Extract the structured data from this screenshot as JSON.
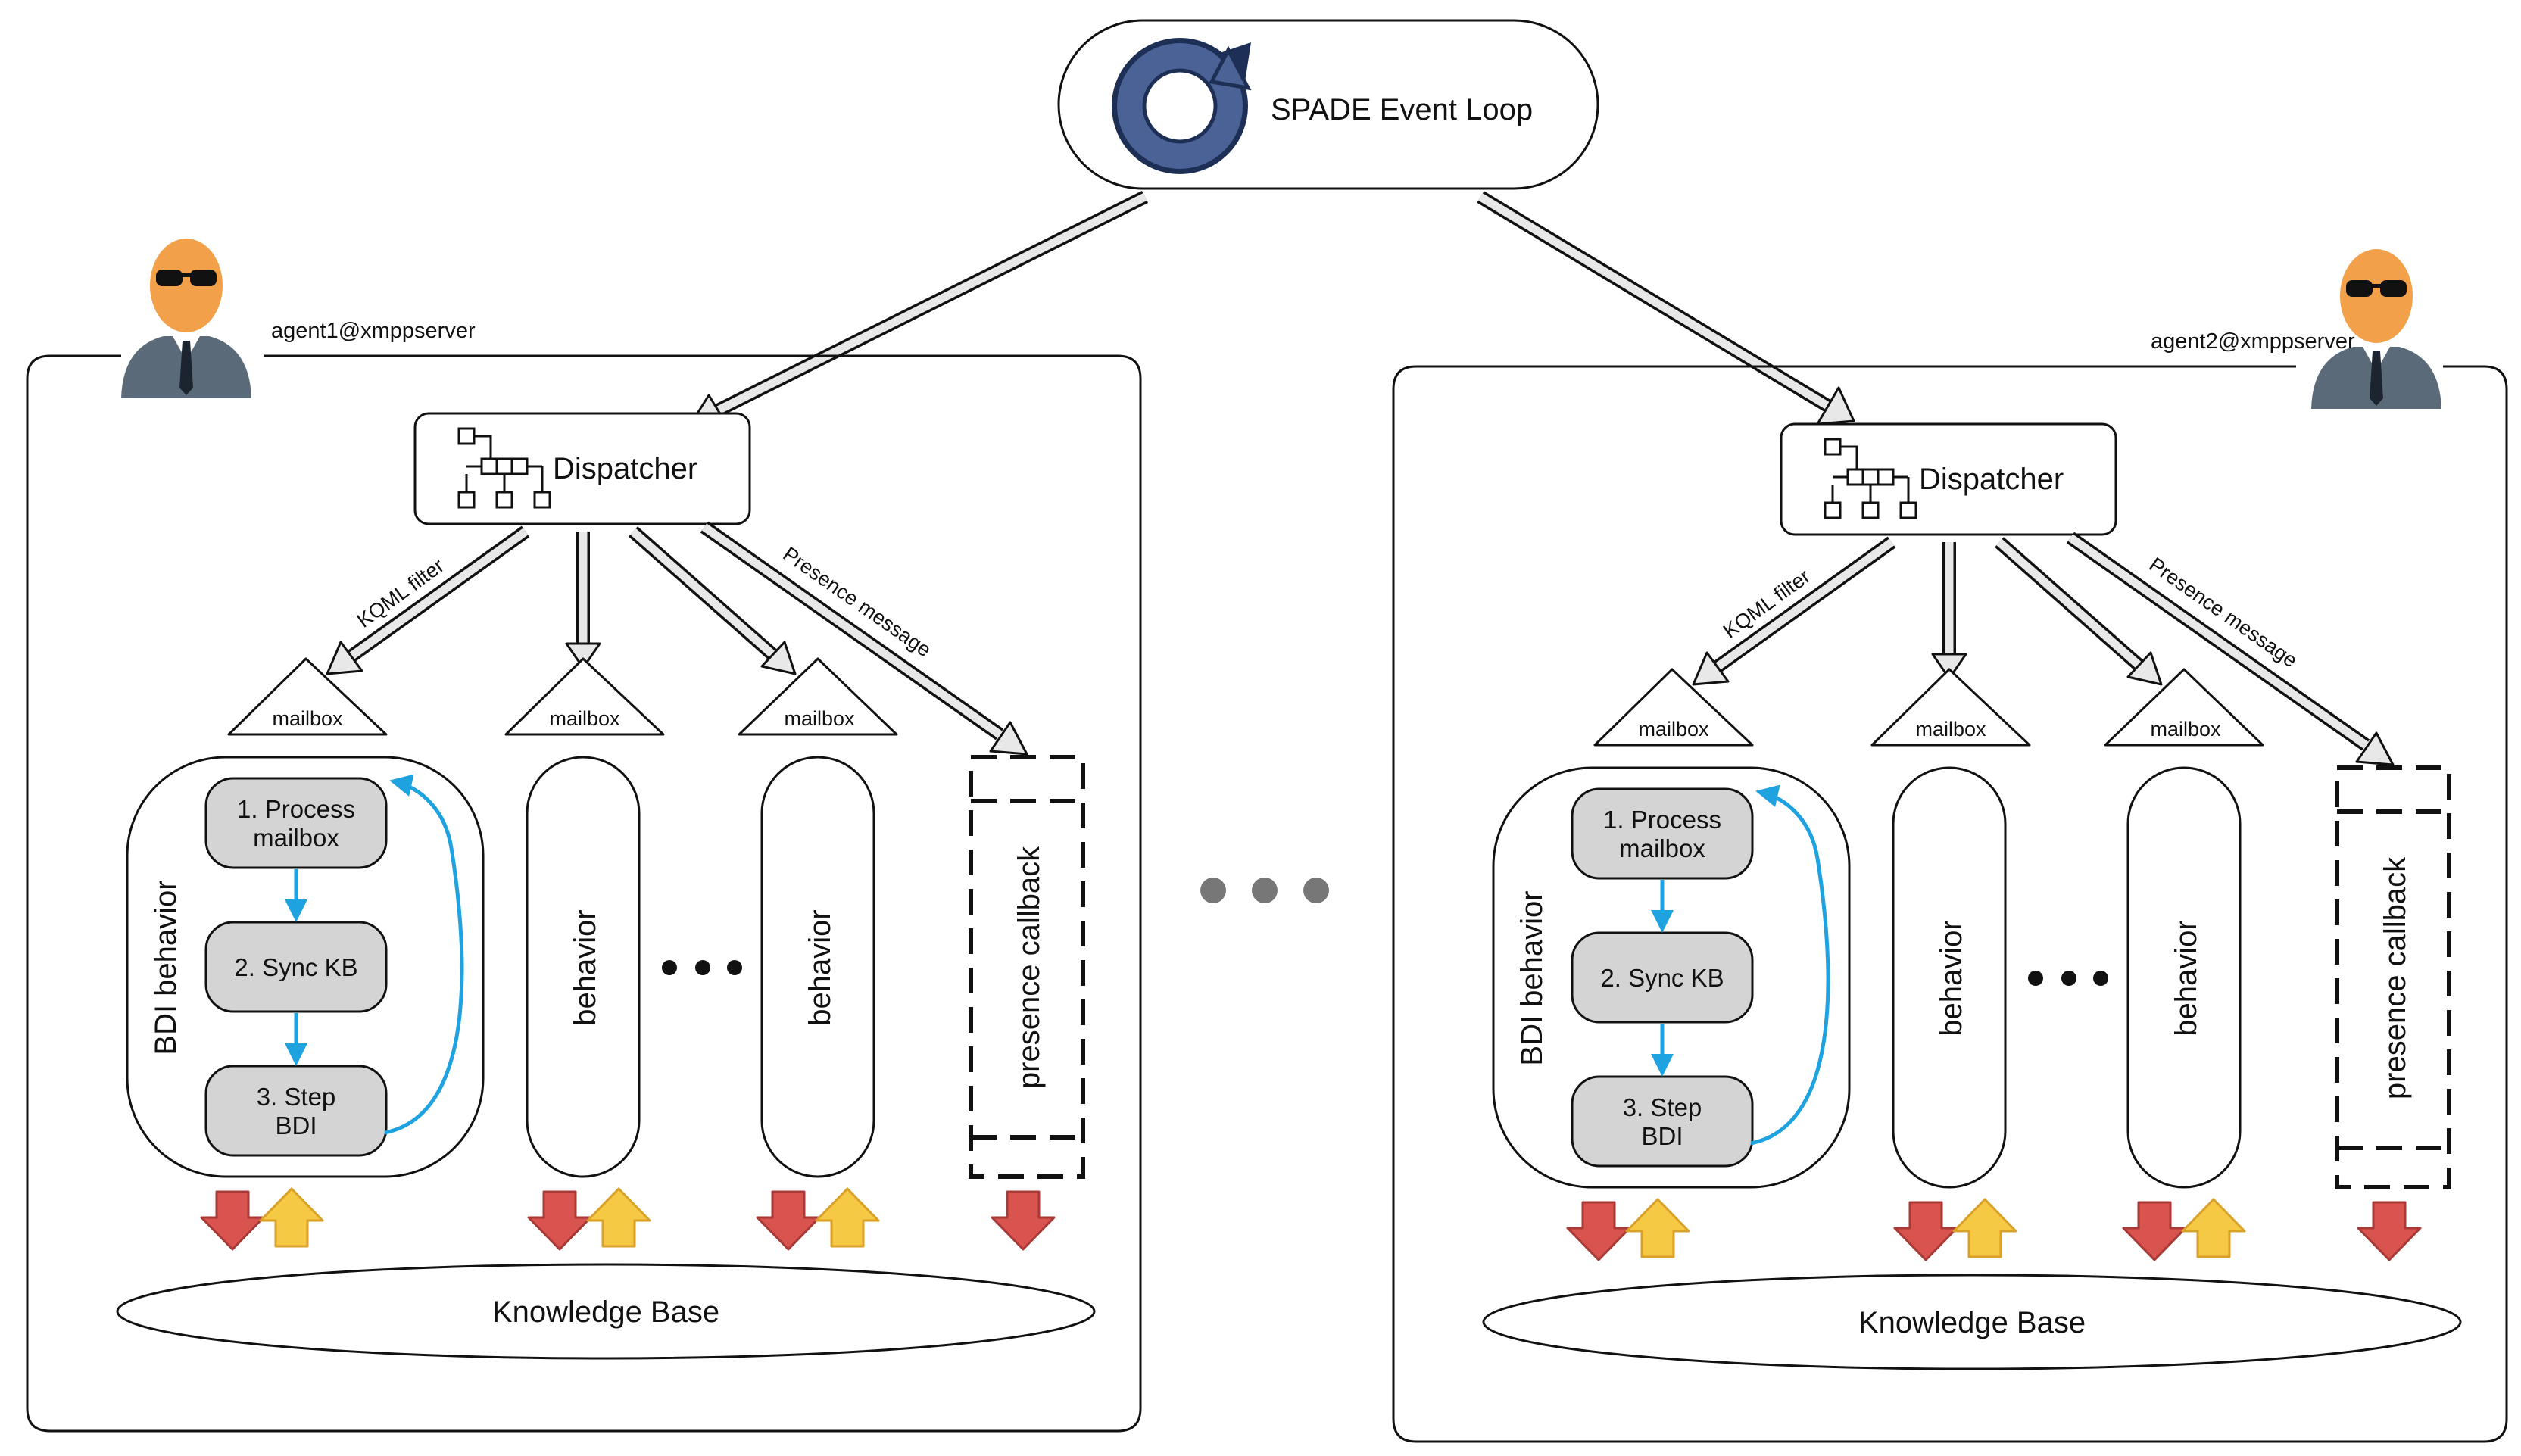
{
  "event_loop": {
    "label": "SPADE Event Loop"
  },
  "more_agents_dots": "● ● ●",
  "agents": [
    {
      "id": "agent1@xmppserver",
      "dispatcher": "Dispatcher",
      "kqml_label": "KQML filter",
      "presence_label": "Presence message",
      "mailbox_label": "mailbox",
      "bdi_label": "BDI behavior",
      "steps": [
        [
          "1. Process",
          "mailbox"
        ],
        [
          "2. Sync KB"
        ],
        [
          "3. Step",
          "BDI"
        ]
      ],
      "behavior_label": "behavior",
      "presence_callback": "presence callback",
      "knowledge_base": "Knowledge Base",
      "ellipsis": "● ● ●"
    },
    {
      "id": "agent2@xmppserver",
      "dispatcher": "Dispatcher",
      "kqml_label": "KQML filter",
      "presence_label": "Presence message",
      "mailbox_label": "mailbox",
      "bdi_label": "BDI behavior",
      "steps": [
        [
          "1. Process",
          "mailbox"
        ],
        [
          "2. Sync KB"
        ],
        [
          "3. Step",
          "BDI"
        ]
      ],
      "behavior_label": "behavior",
      "presence_callback": "presence callback",
      "knowledge_base": "Knowledge Base",
      "ellipsis": "● ● ●"
    }
  ],
  "colors": {
    "loop_icon": "#4a6296",
    "loop_icon_dark": "#1e2f55",
    "cycle_arrow": "#1fa3e0",
    "kb_down_arrow": "#d9534f",
    "kb_up_arrow": "#f6c945",
    "gray_arrow": "#e8e8e8",
    "step_fill": "#d4d4d4",
    "agent_skin": "#f2a14a",
    "agent_suit": "#5b6a78"
  },
  "icons": {
    "event_loop": "refresh-cycle-icon",
    "dispatcher": "hierarchy-icon",
    "agent": "agent-avatar-icon"
  }
}
